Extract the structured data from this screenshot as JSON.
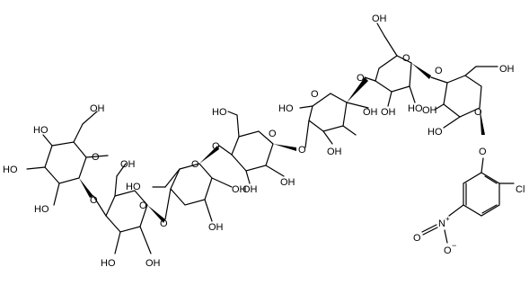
{
  "diagram": {
    "type": "chemical-structure",
    "atom_labels": {
      "oh": "OH",
      "ho": "HO",
      "o": "O",
      "cl": "Cl",
      "n_plus": "N",
      "plus": "+",
      "o_minus": "O",
      "minus": "−"
    }
  }
}
